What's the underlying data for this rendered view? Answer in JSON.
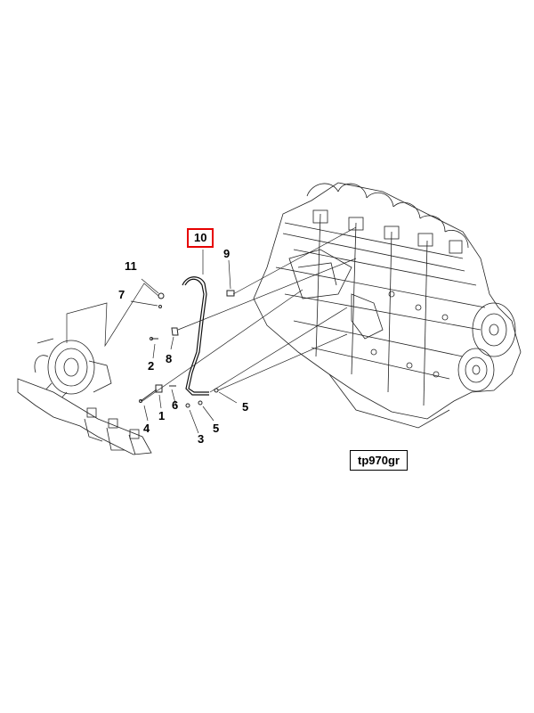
{
  "diagram": {
    "reference_code": "tp970gr",
    "highlight_color": "#e60000",
    "callouts": [
      {
        "id": "c10",
        "text": "10",
        "highlighted": true
      },
      {
        "id": "c9",
        "text": "9"
      },
      {
        "id": "c11",
        "text": "11"
      },
      {
        "id": "c7",
        "text": "7"
      },
      {
        "id": "c8",
        "text": "8"
      },
      {
        "id": "c2",
        "text": "2"
      },
      {
        "id": "c1",
        "text": "1"
      },
      {
        "id": "c6",
        "text": "6"
      },
      {
        "id": "c4",
        "text": "4"
      },
      {
        "id": "c3",
        "text": "3"
      },
      {
        "id": "c5a",
        "text": "5"
      },
      {
        "id": "c5b",
        "text": "5"
      }
    ]
  }
}
